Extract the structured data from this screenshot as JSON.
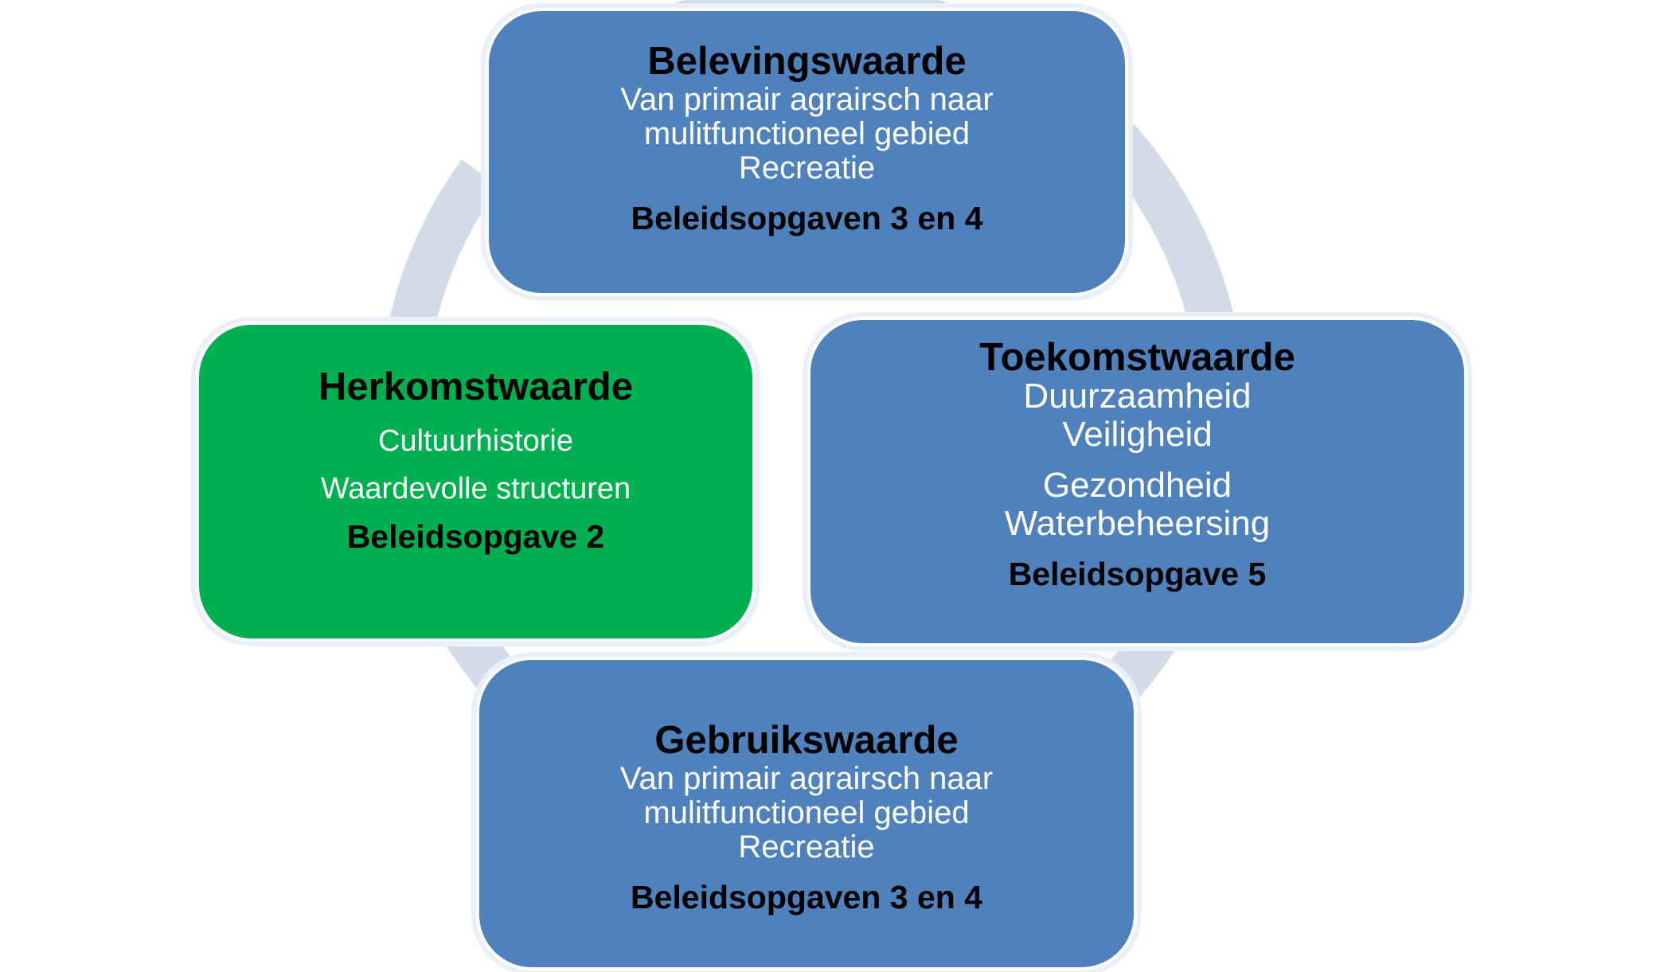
{
  "diagram": {
    "colors": {
      "blue_node": "#4f81bd",
      "green_node": "#00b050",
      "cycle_arrow": "#d3dae8",
      "title_text": "#000000",
      "body_text": "#ffffff"
    },
    "nodes": {
      "belevingswaarde": {
        "title": "Belevingswaarde",
        "lines": [
          "Van primair agrairsch naar",
          "mulitfunctioneel gebied",
          "Recreatie"
        ],
        "policy": "Beleidsopgaven 3 en 4"
      },
      "toekomstwaarde": {
        "title": "Toekomstwaarde",
        "lines": [
          "Duurzaamheid",
          "Veiligheid",
          "Gezondheid",
          "Waterbeheersing"
        ],
        "policy": "Beleidsopgave 5"
      },
      "gebruikswaarde": {
        "title": "Gebruikswaarde",
        "lines": [
          "Van primair agrairsch naar",
          "mulitfunctioneel gebied",
          "Recreatie"
        ],
        "policy": "Beleidsopgaven 3 en 4"
      },
      "herkomstwaarde": {
        "title": "Herkomstwaarde",
        "lines": [
          "Cultuurhistorie",
          "Waardevolle structuren"
        ],
        "policy": "Beleidsopgave 2"
      }
    }
  }
}
